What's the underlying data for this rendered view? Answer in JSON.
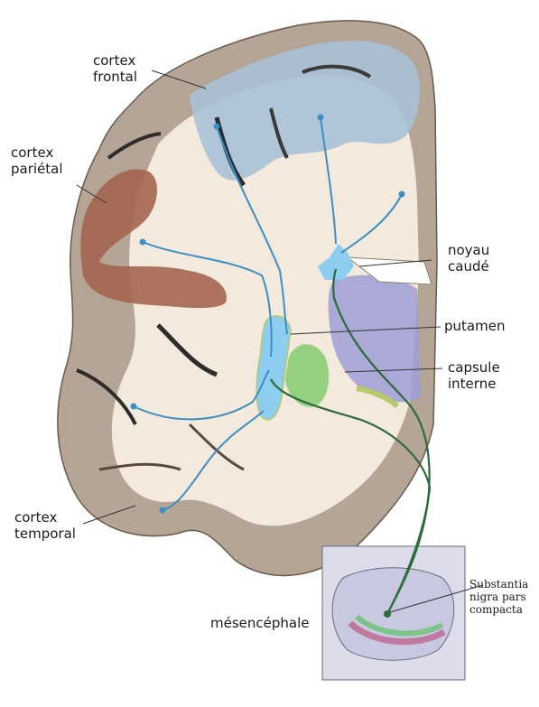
{
  "labels": {
    "cortex_frontal": "cortex\nfrontal",
    "cortex_parietal": "cortex\npariétal",
    "noyau_caude": "noyau\ncaudé",
    "putamen": "putamen",
    "capsule_interne": "capsule\ninterne",
    "cortex_temporal": "cortex\ntemporal",
    "mesencephale": "mésencéphale",
    "substantia_nigra": "Substantia\nnigra pars\ncompacta"
  },
  "colors": {
    "cortex_tan": "#b5a597",
    "white_matter": "#f3e9dc",
    "frontal_blue": "#a9c1d6",
    "parietal_red": "#a4654f",
    "striatum_cyan": "#8ccdf0",
    "globus_green": "#8ed07a",
    "thalamus_purple": "#9c9ed6",
    "projection_blue": "#3a8fc4",
    "nigrostriatal_green": "#2c6b3a",
    "nigra_band_green": "#7cc48a",
    "nigra_band_pink": "#c07aa0"
  }
}
